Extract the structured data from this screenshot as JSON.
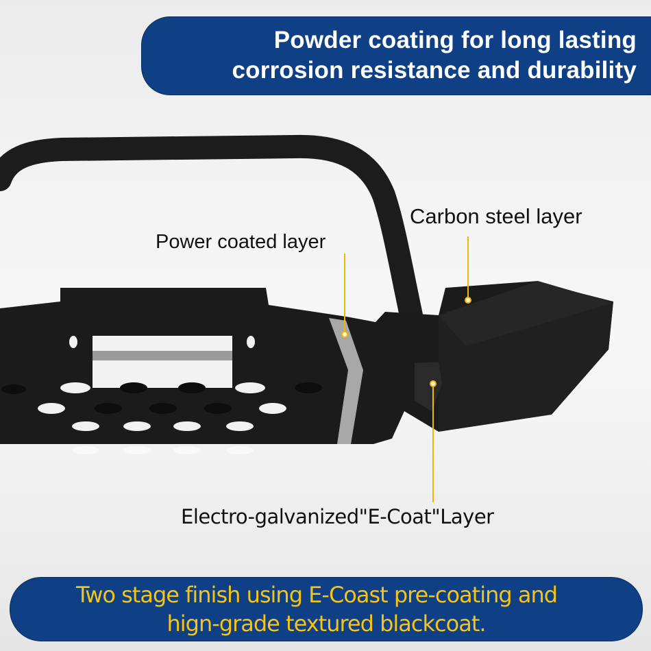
{
  "header_banner": {
    "line1": "Powder coating for long lasting",
    "line2": "corrosion resistance and durability",
    "background_color": "#0f3f85",
    "text_color": "#ffffff"
  },
  "callouts": [
    {
      "label": "Power coated layer",
      "marker_color": "#f2b705"
    },
    {
      "label": "Carbon steel layer",
      "marker_color": "#f2b705"
    },
    {
      "label": "Electro-galvanized\"E-Coat\"Layer",
      "marker_color": "#f2b705"
    }
  ],
  "footer_banner": {
    "line1": "Two stage finish using E-Coast pre-coating and",
    "line2": "hign-grade textured blackcoat.",
    "background_color": "#0f3f85",
    "text_color": "#f5c417"
  },
  "product": {
    "description": "Black steel off-road front bumper with hoop, winch opening and perforated skid plate",
    "body_color": "#1a1a1a",
    "stripe_color": "#a8a8a8"
  }
}
